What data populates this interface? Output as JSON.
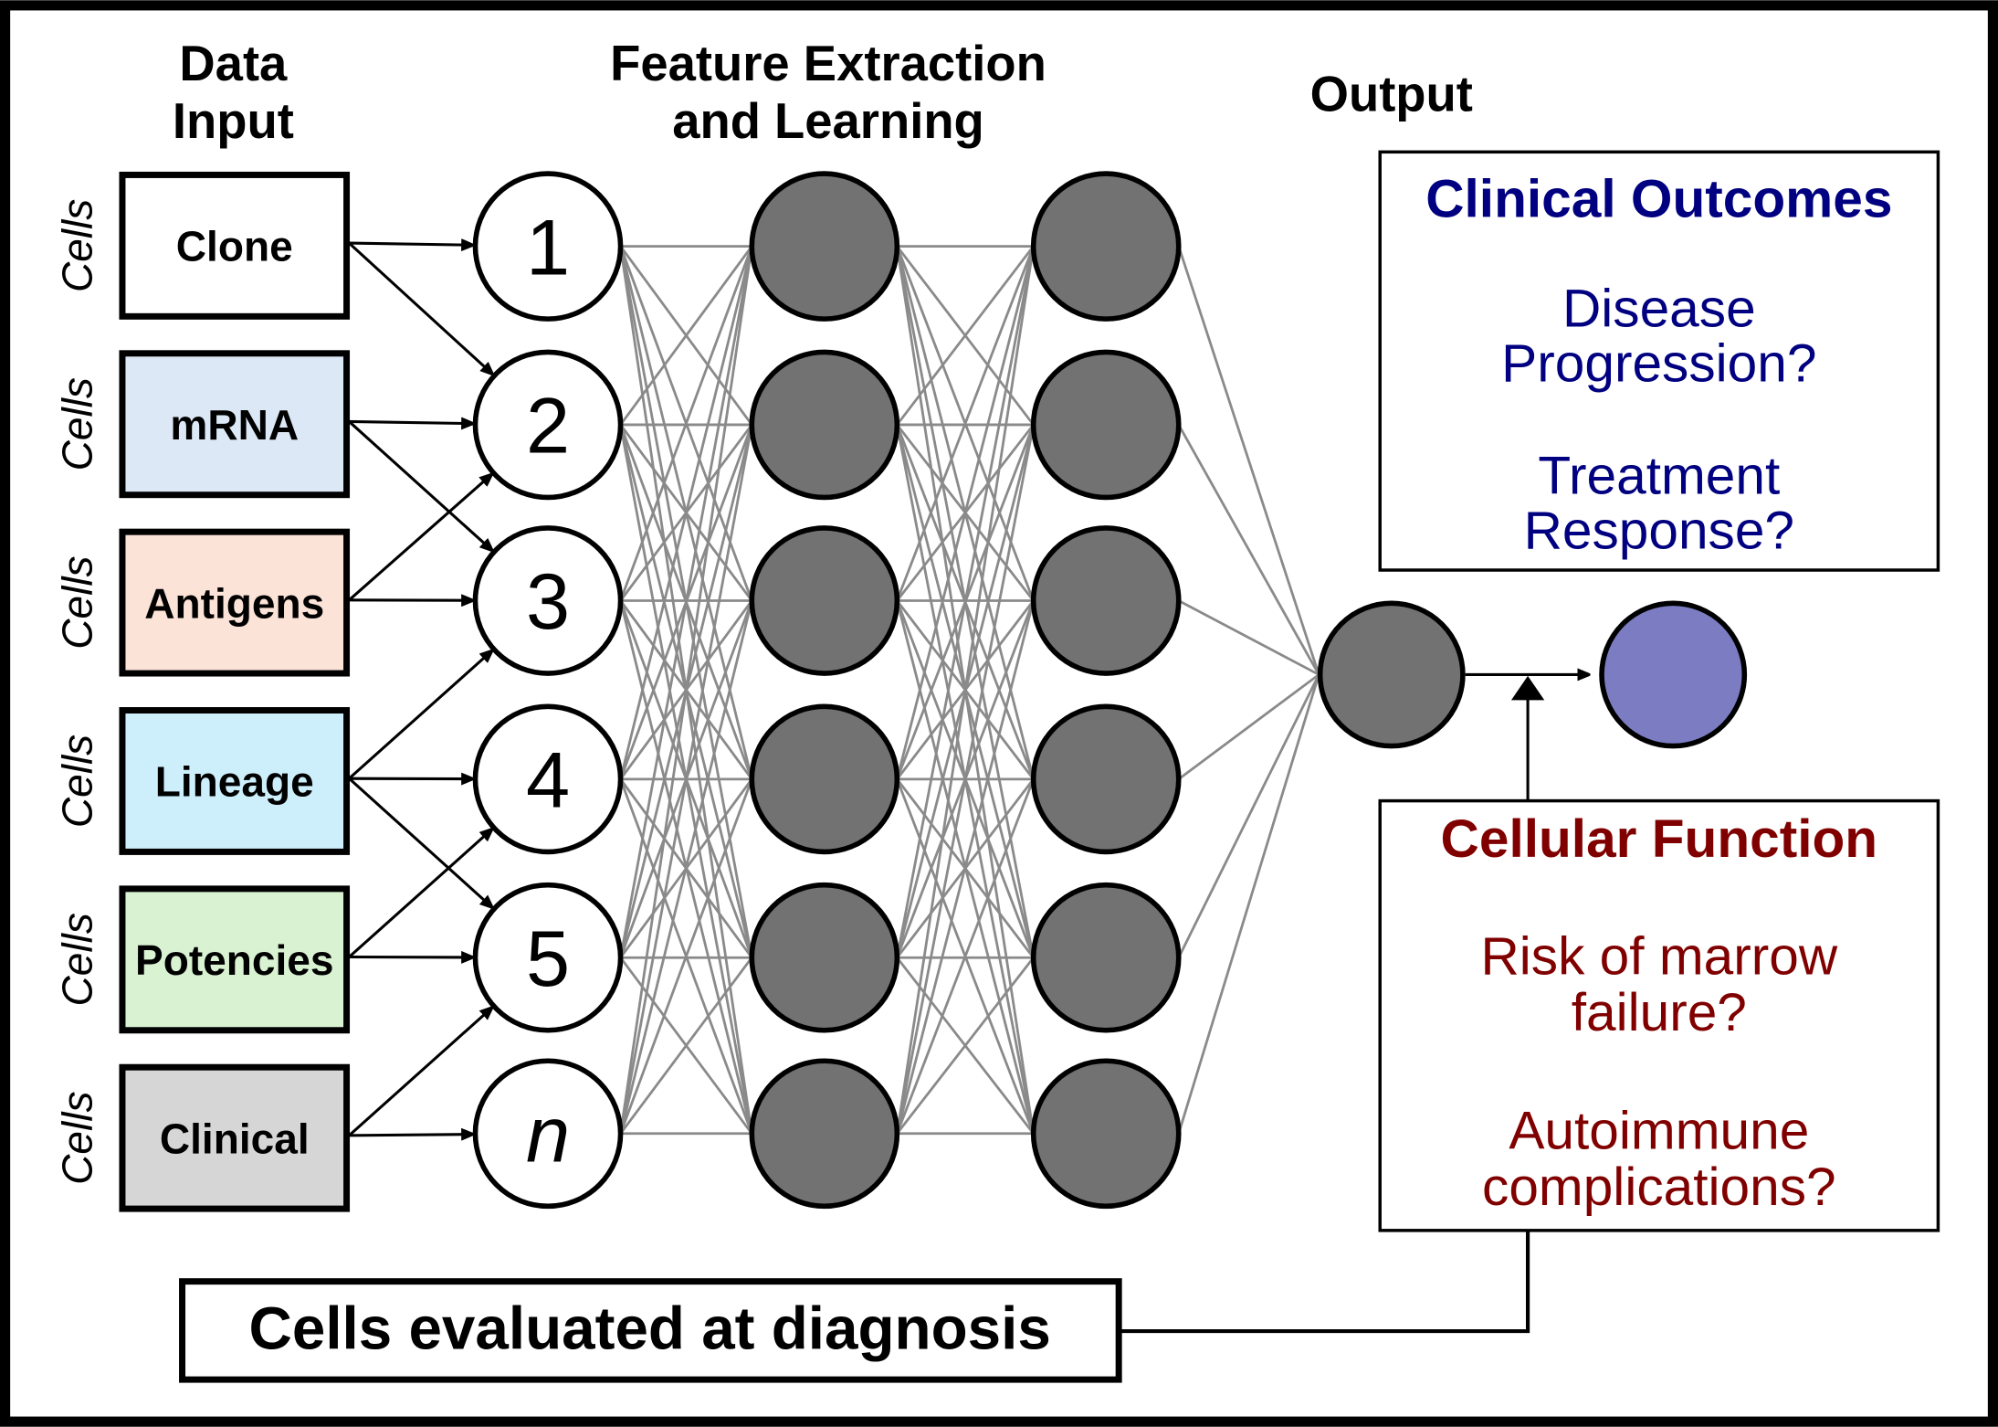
{
  "headings": {
    "data_input": [
      "Data",
      "Input"
    ],
    "feature_extraction": [
      "Feature Extraction",
      "and Learning"
    ],
    "output": "Output"
  },
  "cells_label": "Cells",
  "inputs": [
    {
      "label": "Clone",
      "fill": "#ffffff",
      "targets": [
        0,
        1
      ]
    },
    {
      "label": "mRNA",
      "fill": "#dce8f5",
      "targets": [
        1,
        2
      ]
    },
    {
      "label": "Antigens",
      "fill": "#fce3d8",
      "targets": [
        1,
        2
      ]
    },
    {
      "label": "Lineage",
      "fill": "#cdeefb",
      "targets": [
        2,
        3,
        4
      ]
    },
    {
      "label": "Potencies",
      "fill": "#d8f2d2",
      "targets": [
        3,
        4
      ]
    },
    {
      "label": "Clinical",
      "fill": "#d6d6d6",
      "targets": [
        4,
        5
      ]
    }
  ],
  "input_nodes": [
    "1",
    "2",
    "3",
    "4",
    "5",
    "n"
  ],
  "hidden_layers": 2,
  "hidden_layer_size": 6,
  "colors": {
    "hidden_node": "#727272",
    "output_node": "#727272",
    "result_node": "#7b7cc2",
    "edge": "#8a8a8a",
    "clinical_outcomes": "#000080",
    "cellular_function": "#800000"
  },
  "clinical_outcomes": {
    "title": "Clinical Outcomes",
    "items": [
      [
        "Disease",
        "Progression?"
      ],
      [
        "Treatment",
        "Response?"
      ]
    ]
  },
  "cellular_function": {
    "title": "Cellular Function",
    "items": [
      [
        "Risk of marrow",
        "failure?"
      ],
      [
        "Autoimmune",
        "complications?"
      ]
    ]
  },
  "bottom_label": "Cells evaluated at diagnosis"
}
